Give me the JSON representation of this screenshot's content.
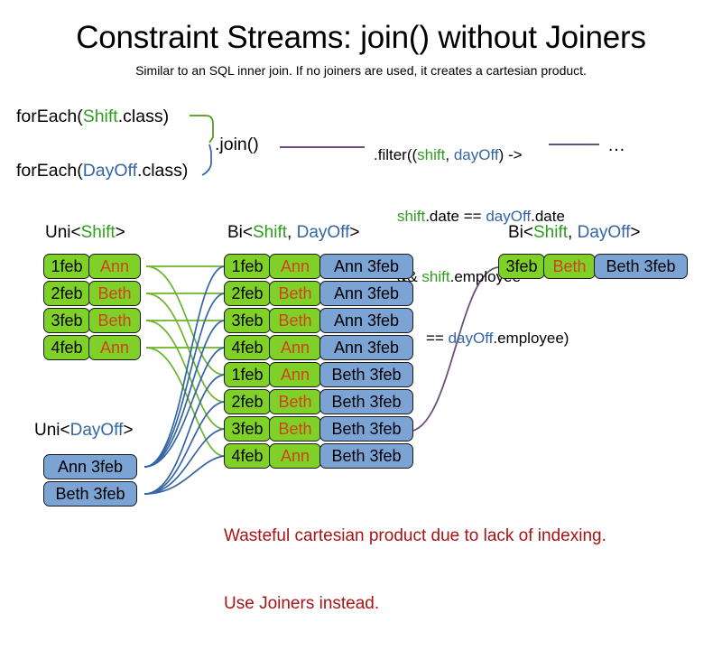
{
  "title": "Constraint Streams: join() without Joiners",
  "subtitle": "Similar to an SQL inner join. If no joiners are used, it creates a cartesian product.",
  "code": {
    "foreach_shift": {
      "pre": "forEach(",
      "type": "Shift",
      "post": ".class)"
    },
    "foreach_dayoff": {
      "pre": "forEach(",
      "type": "DayOff",
      "post": ".class)"
    },
    "join_call": ".join()",
    "ellipsis": "…",
    "filter": {
      "line1_pre": ".filter((",
      "line1_a": "shift",
      "line1_mid": ", ",
      "line1_b": "dayOff",
      "line1_post": ") ->",
      "line2_a": "shift",
      "line2_mid": ".date == ",
      "line2_b": "dayOff",
      "line2_post": ".date",
      "line3_pre": "&& ",
      "line3_a": "shift",
      "line3_post": ".employee",
      "line4_pre": "== ",
      "line4_b": "dayOff",
      "line4_post": ".employee)"
    }
  },
  "captions": {
    "uni_shift": {
      "pre": "Uni<",
      "type": "Shift",
      "post": ">"
    },
    "bi_middle": {
      "pre": "Bi<",
      "type_a": "Shift",
      "mid": ", ",
      "type_b": "DayOff",
      "post": ">"
    },
    "bi_right": {
      "pre": "Bi<",
      "type_a": "Shift",
      "mid": ", ",
      "type_b": "DayOff",
      "post": ">"
    },
    "uni_dayoff": {
      "pre": "Uni<",
      "type": "DayOff",
      "post": ">"
    }
  },
  "shift_stream": [
    {
      "date": "1feb",
      "employee": "Ann"
    },
    {
      "date": "2feb",
      "employee": "Beth"
    },
    {
      "date": "3feb",
      "employee": "Beth"
    },
    {
      "date": "4feb",
      "employee": "Ann"
    }
  ],
  "dayoff_stream": [
    {
      "label": "Ann 3feb"
    },
    {
      "label": "Beth 3feb"
    }
  ],
  "joined_stream": [
    {
      "date": "1feb",
      "employee": "Ann",
      "dayoff": "Ann 3feb"
    },
    {
      "date": "2feb",
      "employee": "Beth",
      "dayoff": "Ann 3feb"
    },
    {
      "date": "3feb",
      "employee": "Beth",
      "dayoff": "Ann 3feb"
    },
    {
      "date": "4feb",
      "employee": "Ann",
      "dayoff": "Ann 3feb"
    },
    {
      "date": "1feb",
      "employee": "Ann",
      "dayoff": "Beth 3feb"
    },
    {
      "date": "2feb",
      "employee": "Beth",
      "dayoff": "Beth 3feb"
    },
    {
      "date": "3feb",
      "employee": "Beth",
      "dayoff": "Beth 3feb"
    },
    {
      "date": "4feb",
      "employee": "Ann",
      "dayoff": "Beth 3feb"
    }
  ],
  "result_stream": [
    {
      "date": "3feb",
      "employee": "Beth",
      "dayoff": "Beth 3feb"
    }
  ],
  "warning": {
    "line1": "Wasteful cartesian product due to lack of indexing.",
    "line2": "Use Joiners instead."
  },
  "colors": {
    "shift_green": "#7fd128",
    "dayoff_blue": "#7ba3d4",
    "employee_red": "#d2401e",
    "type_green": "#2f9e1f",
    "type_blue": "#3465a4",
    "wire_purple": "#6b4e7d",
    "warning_red": "#a81414"
  }
}
